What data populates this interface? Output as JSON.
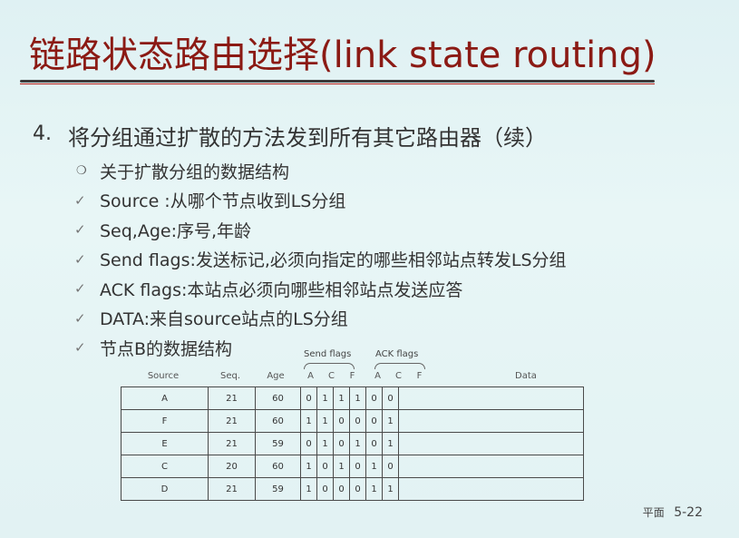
{
  "title": "链路状态路由选择(link state routing)",
  "point": {
    "number": "4.",
    "text": "将分组通过扩散的方法发到所有其它路由器（续）"
  },
  "bullets": [
    {
      "marker": "❍",
      "text": "关于扩散分组的数据结构"
    },
    {
      "marker": "✓",
      "text": "Source :从哪个节点收到LS分组"
    },
    {
      "marker": "✓",
      "text": "Seq,Age:序号,年龄"
    },
    {
      "marker": "✓",
      "text": "Send flags:发送标记,必须向指定的哪些相邻站点转发LS分组"
    },
    {
      "marker": "✓",
      "text": "ACK flags:本站点必须向哪些相邻站点发送应答"
    },
    {
      "marker": "✓",
      "text": "DATA:来自source站点的LS分组"
    },
    {
      "marker": "✓",
      "text": "节点B的数据结构"
    }
  ],
  "table": {
    "group_labels": {
      "send": "Send flags",
      "ack": "ACK flags"
    },
    "headers": [
      "Source",
      "Seq.",
      "Age",
      "A",
      "C",
      "F",
      "A",
      "C",
      "F",
      "Data"
    ],
    "rows": [
      [
        "A",
        "21",
        "60",
        "0",
        "1",
        "1",
        "1",
        "0",
        "0",
        ""
      ],
      [
        "F",
        "21",
        "60",
        "1",
        "1",
        "0",
        "0",
        "0",
        "1",
        ""
      ],
      [
        "E",
        "21",
        "59",
        "0",
        "1",
        "0",
        "1",
        "0",
        "1",
        ""
      ],
      [
        "C",
        "20",
        "60",
        "1",
        "0",
        "1",
        "0",
        "1",
        "0",
        ""
      ],
      [
        "D",
        "21",
        "59",
        "1",
        "0",
        "0",
        "0",
        "1",
        "1",
        ""
      ]
    ]
  },
  "footer": {
    "prefix": "平面",
    "page": "5-22"
  }
}
